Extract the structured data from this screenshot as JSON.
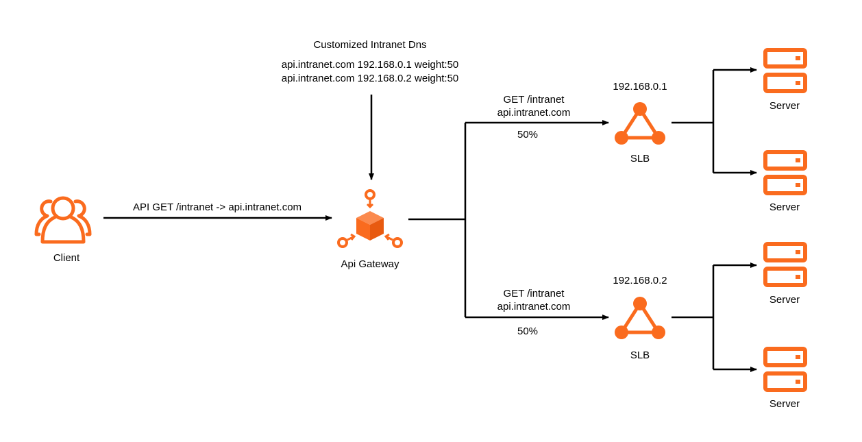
{
  "colors": {
    "accent": "#FA6B1E",
    "line": "#000000",
    "text": "#000000",
    "background": "#FFFFFF"
  },
  "dns": {
    "title": "Customized Intranet Dns",
    "records": [
      "api.intranet.com 192.168.0.1 weight:50",
      "api.intranet.com 192.168.0.2 weight:50"
    ]
  },
  "client": {
    "label": "Client",
    "icon": "users-icon"
  },
  "client_request": {
    "label": "API  GET /intranet -> api.intranet.com"
  },
  "gateway": {
    "label": "Api Gateway",
    "icon": "api-gateway-icon"
  },
  "routes": [
    {
      "request_line1": "GET /intranet",
      "request_line2": "api.intranet.com",
      "weight": "50%",
      "slb": {
        "ip": "192.168.0.1",
        "label": "SLB",
        "icon": "load-balancer-icon"
      },
      "servers": [
        {
          "label": "Server",
          "icon": "server-icon"
        },
        {
          "label": "Server",
          "icon": "server-icon"
        }
      ]
    },
    {
      "request_line1": "GET /intranet",
      "request_line2": "api.intranet.com",
      "weight": "50%",
      "slb": {
        "ip": "192.168.0.2",
        "label": "SLB",
        "icon": "load-balancer-icon"
      },
      "servers": [
        {
          "label": "Server",
          "icon": "server-icon"
        },
        {
          "label": "Server",
          "icon": "server-icon"
        }
      ]
    }
  ]
}
